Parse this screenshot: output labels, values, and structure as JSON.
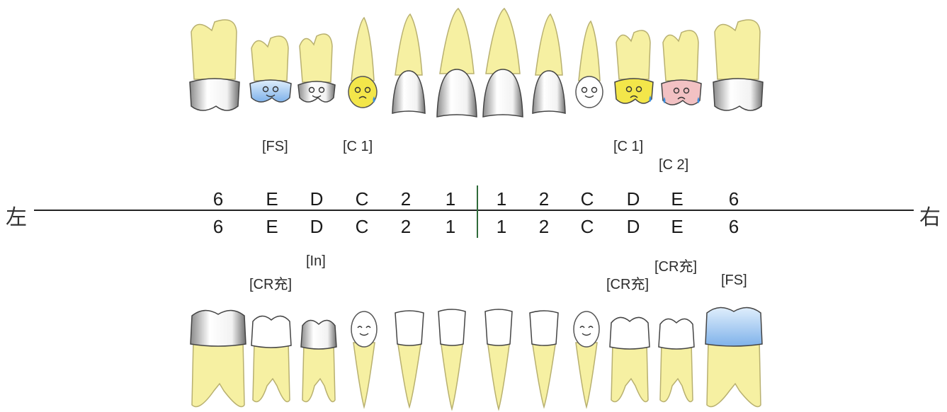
{
  "chart": {
    "left_label": "左",
    "right_label": "右",
    "upper_row": [
      "6",
      "E",
      "D",
      "C",
      "2",
      "1",
      "1",
      "2",
      "C",
      "D",
      "E",
      "6"
    ],
    "lower_row": [
      "6",
      "E",
      "D",
      "C",
      "2",
      "1",
      "1",
      "2",
      "C",
      "D",
      "E",
      "6"
    ]
  },
  "upper_annotations": {
    "fs_left": "[FS]",
    "c1_left": "[C 1]",
    "c1_right": "[C 1]",
    "c2_right": "[C 2]"
  },
  "lower_annotations": {
    "in_left": "[In]",
    "cr_left": "[CR充]",
    "cr_right_upper": "[CR充]",
    "cr_right_lower": "[CR充]",
    "fs_right": "[FS]"
  },
  "colors": {
    "root": "#f6f0a2",
    "crown": "#ffffff",
    "sealant_blue": "#7fb2ea",
    "caries_c1": "#f3e64a",
    "caries_c2": "#f2c1c3",
    "tear": "#3a8ee0"
  }
}
